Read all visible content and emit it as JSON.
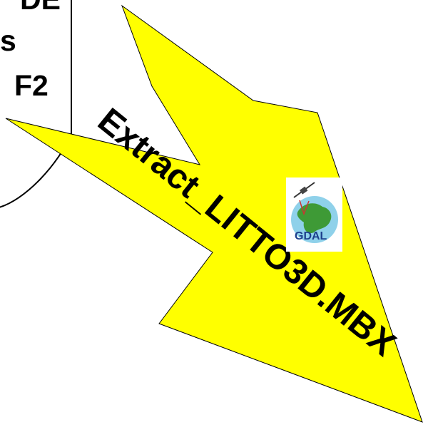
{
  "document_shape": {
    "text_lines": [
      "DE",
      "s",
      "F2"
    ]
  },
  "arrow": {
    "label": "Extract_LITTO3D.MBX",
    "fill_color": "#ffff00",
    "stroke_color": "#000000"
  },
  "gdal_logo": {
    "label": "GDAL",
    "icon": "gdal-logo-icon"
  }
}
